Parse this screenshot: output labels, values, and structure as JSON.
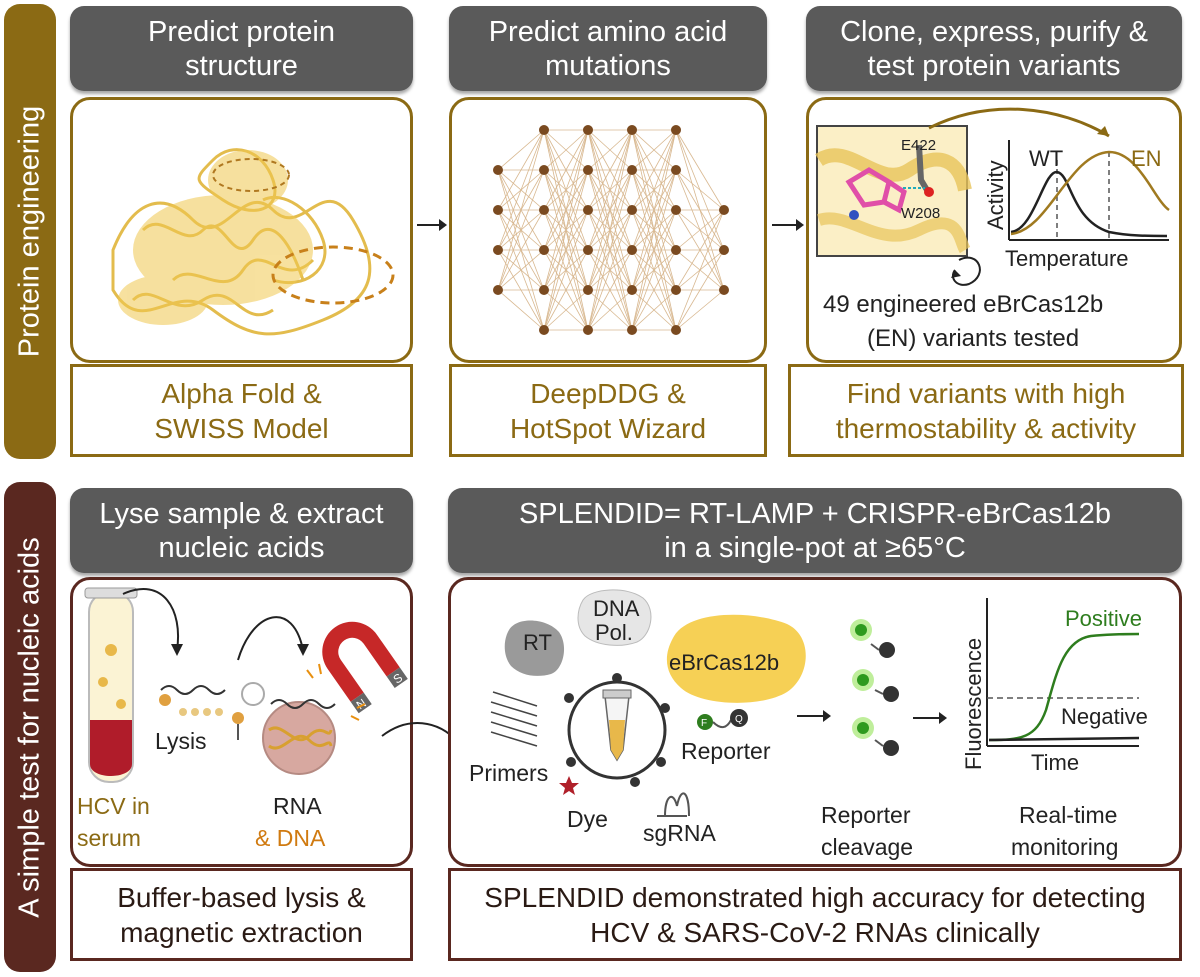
{
  "sidebar": {
    "top_label": "Protein engineering",
    "bottom_label": "A simple test for nucleic acids"
  },
  "top_row": {
    "col1": {
      "heading": "Predict protein structure",
      "caption": "Alpha Fold & SWISS Model"
    },
    "col2": {
      "heading": "Predict amino acid mutations",
      "caption": "DeepDDG & HotSpot Wizard"
    },
    "col3": {
      "heading": "Clone, express, purify & test protein variants",
      "caption": "Find variants with high thermostability & activity",
      "residue_top": "E422",
      "residue_bottom": "W208",
      "chart_ylabel": "Activity",
      "chart_xlabel": "Temperature",
      "series_wt": "WT",
      "series_en": "EN",
      "note_line1": "49 engineered eBrCas12b",
      "note_line2": "(EN) variants tested"
    }
  },
  "bottom_row": {
    "col1": {
      "heading": "Lyse sample & extract nucleic acids",
      "caption": "Buffer-based lysis & magnetic extraction",
      "lysis": "Lysis",
      "hcv_line1": "HCV in",
      "hcv_line2": "serum",
      "rna": "RNA",
      "dna": "& DNA",
      "magnet_n": "N",
      "magnet_s": "S"
    },
    "col2": {
      "heading_line1": "SPLENDID= RT-LAMP + CRISPR-eBrCas12b",
      "heading_line2": "in a single-pot at ≥65°C",
      "caption": "SPLENDID demonstrated high accuracy for detecting HCV & SARS-CoV-2 RNAs clinically",
      "rt": "RT",
      "dna_pol_line1": "DNA",
      "dna_pol_line2": "Pol.",
      "enzyme": "eBrCas12b",
      "primers": "Primers",
      "dye": "Dye",
      "sgrna": "sgRNA",
      "reporter": "Reporter",
      "fluor_f": "F",
      "fluor_q": "Q",
      "cleavage_line1": "Reporter",
      "cleavage_line2": "cleavage",
      "monitor_line1": "Real-time",
      "monitor_line2": "monitoring",
      "chart_ylabel": "Fluorescence",
      "chart_xlabel": "Time",
      "positive": "Positive",
      "negative": "Negative"
    }
  },
  "colors": {
    "gold": "#8b6a14",
    "brown": "#5a2820",
    "header_gray": "#5a5a5a",
    "en_curve": "#a07a20",
    "positive_green": "#2e7d1e"
  }
}
